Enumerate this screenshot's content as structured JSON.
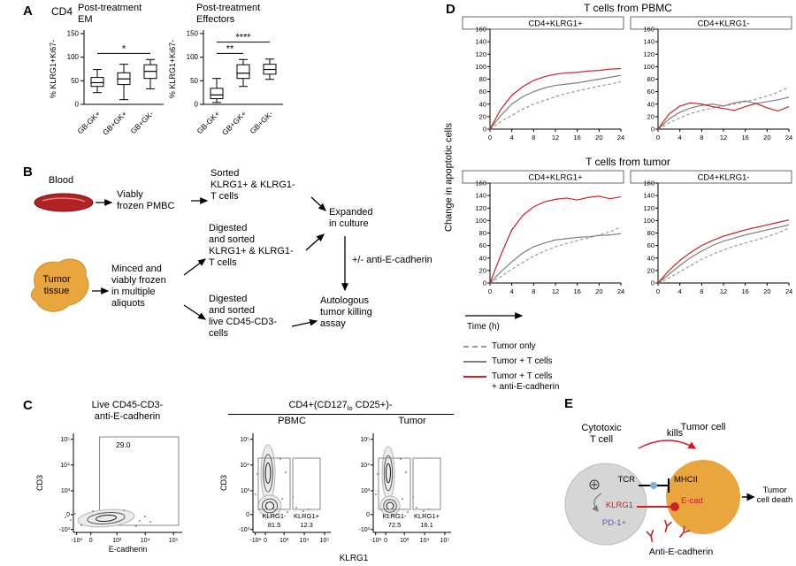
{
  "labels": {
    "a": "A",
    "b": "B",
    "c": "C",
    "d": "D",
    "e": "E"
  },
  "colors": {
    "red": "#cb2027",
    "gray": "#7f7f7f",
    "gray_dashed": "#9a9a9a",
    "tumor_orange": "#e9a63e",
    "blood_red": "#b22222",
    "pd1_purple": "#5c5ca8",
    "peptide_blue": "#7bafd4"
  },
  "panel_a": {
    "cell_type": "CD4"
  },
  "chart_data": [
    {
      "id": "em_box",
      "type": "box",
      "title": "Post-treatment\nEM",
      "ylabel": "% KLRG1+Ki67-",
      "ylim": [
        0,
        150
      ],
      "yticks": [
        0,
        50,
        100,
        150
      ],
      "categories": [
        "GB-GK+",
        "GB+GK+",
        "GB+GK-"
      ],
      "boxes": [
        {
          "whisker_low": 25,
          "q1": 38,
          "median": 46,
          "q3": 57,
          "whisker_high": 74
        },
        {
          "whisker_low": 10,
          "q1": 42,
          "median": 54,
          "q3": 67,
          "whisker_high": 85
        },
        {
          "whisker_low": 33,
          "q1": 55,
          "median": 70,
          "q3": 84,
          "whisker_high": 95
        }
      ],
      "significance": [
        {
          "from": 0,
          "to": 2,
          "y": 108,
          "stars": "*"
        }
      ]
    },
    {
      "id": "eff_box",
      "type": "box",
      "title": "Post-treatment\nEffectors",
      "ylabel": "% KLRG1+Ki67-",
      "ylim": [
        0,
        150
      ],
      "yticks": [
        0,
        50,
        100,
        150
      ],
      "categories": [
        "GB-GK+",
        "GB+GK+",
        "GB+GK-"
      ],
      "boxes": [
        {
          "whisker_low": 4,
          "q1": 12,
          "median": 20,
          "q3": 34,
          "whisker_high": 55
        },
        {
          "whisker_low": 38,
          "q1": 55,
          "median": 66,
          "q3": 84,
          "whisker_high": 95
        },
        {
          "whisker_low": 53,
          "q1": 64,
          "median": 74,
          "q3": 85,
          "whisker_high": 96
        }
      ],
      "significance": [
        {
          "from": 0,
          "to": 1,
          "y": 108,
          "stars": "**"
        },
        {
          "from": 0,
          "to": 2,
          "y": 132,
          "stars": "****"
        }
      ]
    },
    {
      "id": "pbmc_klrg1pos",
      "type": "line",
      "group": "T cells from PBMC",
      "subtitle": "CD4+KLRG1+",
      "ylim": [
        0,
        160
      ],
      "yticks_step": 20,
      "xticks_step": 4,
      "x": [
        0,
        2,
        4,
        6,
        8,
        10,
        12,
        14,
        16,
        18,
        20,
        22,
        24
      ],
      "series": [
        {
          "name": "Tumor only",
          "style": "dashed",
          "color": "#9a9a9a",
          "values": [
            0,
            12,
            22,
            32,
            40,
            46,
            52,
            57,
            61,
            65,
            69,
            72,
            76
          ]
        },
        {
          "name": "Tumor + T cells",
          "style": "solid",
          "color": "#7f7f7f",
          "values": [
            0,
            22,
            40,
            52,
            60,
            66,
            70,
            72,
            74,
            77,
            80,
            83,
            86
          ]
        },
        {
          "name": "Tumor + T cells + anti-E-cadherin",
          "style": "solid",
          "color": "#cb2027",
          "values": [
            0,
            32,
            54,
            68,
            78,
            84,
            88,
            90,
            91,
            93,
            94,
            96,
            97
          ]
        }
      ]
    },
    {
      "id": "pbmc_klrg1neg",
      "type": "line",
      "group": "T cells from PBMC",
      "subtitle": "CD4+KLRG1-",
      "ylim": [
        0,
        160
      ],
      "yticks_step": 20,
      "xticks_step": 4,
      "x": [
        0,
        2,
        4,
        6,
        8,
        10,
        12,
        14,
        16,
        18,
        20,
        22,
        24
      ],
      "series": [
        {
          "name": "Tumor only",
          "style": "dashed",
          "color": "#9a9a9a",
          "values": [
            0,
            10,
            18,
            25,
            30,
            34,
            37,
            40,
            44,
            48,
            53,
            59,
            67
          ]
        },
        {
          "name": "Tumor + T cells",
          "style": "solid",
          "color": "#7f7f7f",
          "values": [
            0,
            16,
            27,
            34,
            38,
            40,
            37,
            42,
            45,
            41,
            44,
            47,
            51
          ]
        },
        {
          "name": "Tumor + T cells + anti-E-cadherin",
          "style": "solid",
          "color": "#cb2027",
          "values": [
            0,
            24,
            37,
            42,
            40,
            36,
            33,
            30,
            36,
            41,
            34,
            29,
            36
          ]
        }
      ]
    },
    {
      "id": "tumor_klrg1pos",
      "type": "line",
      "group": "T cells from tumor",
      "subtitle": "CD4+KLRG1+",
      "ylim": [
        0,
        160
      ],
      "yticks_step": 20,
      "xticks_step": 4,
      "x": [
        0,
        2,
        4,
        6,
        8,
        10,
        12,
        14,
        16,
        18,
        20,
        22,
        24
      ],
      "series": [
        {
          "name": "Tumor only",
          "style": "dashed",
          "color": "#9a9a9a",
          "values": [
            0,
            10,
            22,
            33,
            43,
            51,
            58,
            63,
            68,
            72,
            77,
            82,
            90
          ]
        },
        {
          "name": "Tumor + T cells",
          "style": "solid",
          "color": "#7f7f7f",
          "values": [
            0,
            18,
            34,
            48,
            58,
            64,
            69,
            71,
            73,
            74,
            76,
            77,
            79
          ]
        },
        {
          "name": "Tumor + T cells + anti-E-cadherin",
          "style": "solid",
          "color": "#cb2027",
          "values": [
            0,
            45,
            85,
            108,
            122,
            130,
            134,
            136,
            133,
            137,
            139,
            135,
            138
          ]
        }
      ]
    },
    {
      "id": "tumor_klrg1neg",
      "type": "line",
      "group": "T cells from tumor",
      "subtitle": "CD4+KLRG1-",
      "ylim": [
        0,
        160
      ],
      "yticks_step": 20,
      "xticks_step": 4,
      "x": [
        0,
        2,
        4,
        6,
        8,
        10,
        12,
        14,
        16,
        18,
        20,
        22,
        24
      ],
      "series": [
        {
          "name": "Tumor only",
          "style": "dashed",
          "color": "#9a9a9a",
          "values": [
            0,
            8,
            18,
            28,
            38,
            46,
            53,
            59,
            64,
            69,
            74,
            80,
            88
          ]
        },
        {
          "name": "Tumor + T cells",
          "style": "solid",
          "color": "#7f7f7f",
          "values": [
            0,
            14,
            28,
            41,
            51,
            60,
            67,
            72,
            77,
            81,
            85,
            89,
            93
          ]
        },
        {
          "name": "Tumor + T cells + anti-E-cadherin",
          "style": "solid",
          "color": "#cb2027",
          "values": [
            0,
            20,
            36,
            49,
            60,
            68,
            75,
            80,
            85,
            89,
            93,
            97,
            101
          ]
        }
      ]
    }
  ],
  "panel_b": {
    "blood": "Blood",
    "frozen": "Viably\nfrozen PMBC",
    "sorted": "Sorted\nKLRG1+ & KLRG1-\nT cells",
    "expanded": "Expanded\nin culture",
    "anti_ecad": "+/- anti-E-cadherin",
    "tumor_tissue": "Tumor\ntissue",
    "minced": "Minced and\nviably frozen\nin multiple\naliquots",
    "digested_t": "Digested\nand sorted\nKLRG1+ & KLRG1-\nT cells",
    "digested_cd45": "Digested\nand sorted\nlive CD45-CD3-\ncells",
    "assay": "Autologous\ntumor killing\nassay"
  },
  "panel_c": {
    "plot1": {
      "title": "Live CD45-CD3-\nanti-E-cadherin",
      "ylabel": "CD3",
      "xlabel": "E-cadherin",
      "gate_value": "29.0"
    },
    "header": {
      "prefix": "CD4+(CD127",
      "sub": "lo",
      "suffix": " CD25+)-"
    },
    "plot2": {
      "title": "PBMC",
      "ylabel": "CD3",
      "gates": [
        {
          "label": "KLRG1-",
          "value": "81.5"
        },
        {
          "label": "KLRG1+",
          "value": "12.3"
        }
      ]
    },
    "plot3": {
      "title": "Tumor",
      "gates": [
        {
          "label": "KLRG1-",
          "value": "72.5"
        },
        {
          "label": "KLRG1+",
          "value": "16.1"
        }
      ]
    },
    "shared_xlabel": "KLRG1",
    "yticks": [
      "-10³",
      "0",
      "10³",
      "10⁴",
      "10⁵"
    ],
    "xticks": [
      "-10³",
      "0",
      "10³",
      "10⁴",
      "10⁵"
    ]
  },
  "panel_d": {
    "title_pbmc": "T cells from PBMC",
    "title_tumor": "T cells from tumor",
    "ylabel": "Change in apoptotic cells",
    "xlabel": "Time (h)",
    "legend": [
      "Tumor only",
      "Tumor + T cells",
      "Tumor + T cells\n+ anti-E-cadherin"
    ]
  },
  "panel_e": {
    "t_cell": "Cytotoxic\nT cell",
    "kills": "kills",
    "tumor_cell": "Tumor cell",
    "tcr": "TCR",
    "klrg1": "KLRG1",
    "pd1": "PD-1+",
    "mhcii": "MHCII",
    "ecad": "E-cad",
    "anti_ecad": "Anti-E-cadherin",
    "death": "Tumor\ncell death"
  }
}
